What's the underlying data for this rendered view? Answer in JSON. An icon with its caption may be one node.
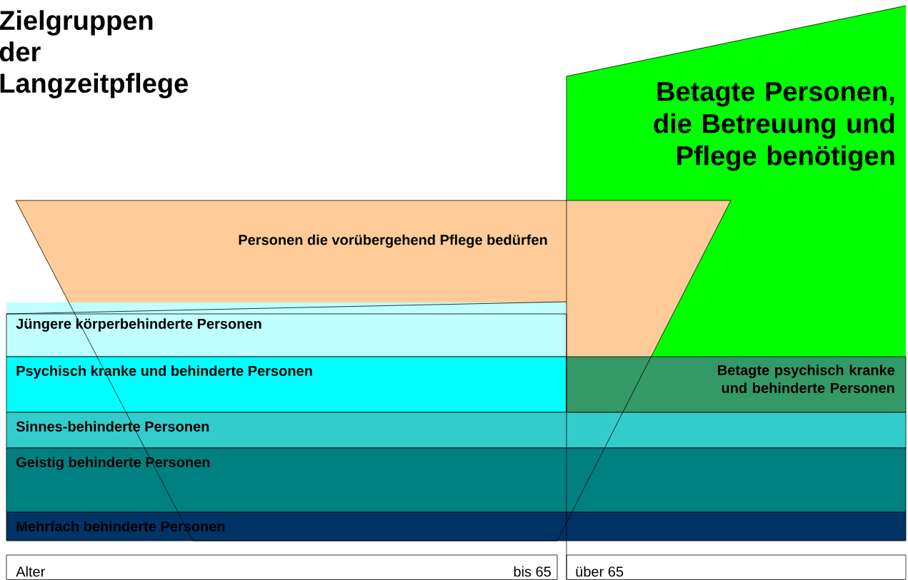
{
  "diagram": {
    "title": "Zielgruppen der Langzeitpflege",
    "nodes": [
      {
        "text": [
          "Betagte Personen, die Betreuung und Pflege benötigen"
        ]
      },
      {
        "text": [
          "Personen die vorübergehend Pflege bedürfen"
        ]
      },
      {
        "text": [
          "Jüngere körperbehinderte Personen"
        ]
      },
      {
        "text": [
          "Psychisch kranke und behinderte Personen"
        ]
      },
      {
        "text": [
          "Betagte psychisch kranke und behinderte Personen"
        ]
      },
      {
        "text": [
          "Sinnes-behinderte Personen"
        ]
      },
      {
        "text": [
          "Geistig behinderte Personen"
        ]
      },
      {
        "text": [
          "Mehrfach behinderte Personen"
        ]
      },
      {
        "text": [
          "Alter",
          "bis 65"
        ]
      },
      {
        "text": [
          "über 65"
        ]
      }
    ]
  }
}
